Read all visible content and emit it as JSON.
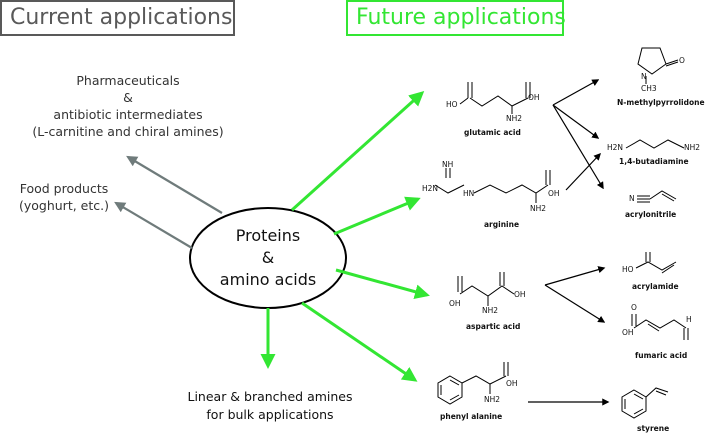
{
  "headers": {
    "current": "Current applications",
    "future": "Future applications",
    "current_color": "#595959",
    "future_color": "#33e633"
  },
  "center": {
    "line1": "Proteins",
    "line2": "&",
    "line3": "amino acids"
  },
  "current_items": {
    "pharma_1": "Pharmaceuticals",
    "pharma_2": "&",
    "pharma_3": "antibiotic intermediates",
    "pharma_4": "(L-carnitine and chiral amines)",
    "food_1": "Food products",
    "food_2": "(yoghurt, etc.)"
  },
  "bulk": {
    "line1": "Linear & branched amines",
    "line2": "for bulk applications"
  },
  "compounds": {
    "glutamic": "glutamic acid",
    "arginine": "arginine",
    "aspartic": "aspartic acid",
    "phenylalanine": "phenyl alanine",
    "nmp": "N-methylpyrrolidone",
    "butadiamine": "1,4-butadiamine",
    "acrylonitrile": "acrylonitrile",
    "acrylamide": "acrylamide",
    "fumaric": "fumaric acid",
    "styrene": "styrene"
  },
  "atoms": {
    "HO": "HO",
    "OH": "OH",
    "NH2": "NH2",
    "NH": "NH",
    "HN": "HN",
    "H2N": "H2N",
    "N": "N",
    "O": "O",
    "CH3": "CH3",
    "H": "H"
  },
  "arrow_colors": {
    "current": "#6f7b7b",
    "future": "#33e633",
    "reaction": "#000000"
  }
}
